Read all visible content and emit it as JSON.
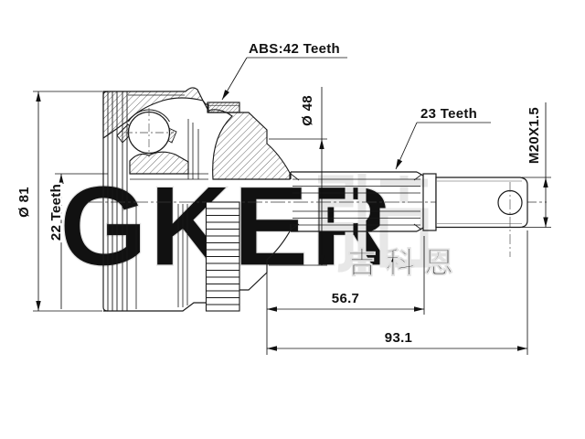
{
  "drawing": {
    "subject": "CV joint outer race cross-section drawing",
    "background": "#ffffff",
    "line_color": "#1a1a1a"
  },
  "labels": {
    "abs_ring": "ABS:42 Teeth",
    "shaft_spline": "23 Teeth",
    "hub_spline": "22 Teeth",
    "thread_spec": "M20X1.5",
    "outer_diameter": "Ø 81",
    "shoulder_diameter": "Ø 48",
    "spline_length": "56.7",
    "overall_length": "93.1"
  },
  "watermark": {
    "brand": "GKER",
    "brand_cn": "吉科恩",
    "color": "#ededed"
  }
}
